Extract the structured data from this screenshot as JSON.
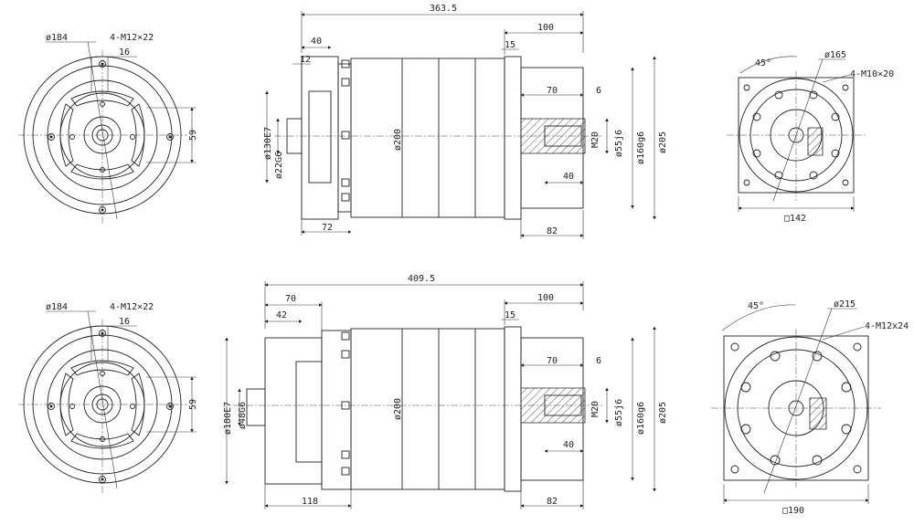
{
  "drawing": {
    "top_row": {
      "left_view": {
        "bore": "ø184",
        "thread": "4-M12×22",
        "dim_16": "16",
        "dim_59": "59"
      },
      "side_view": {
        "overall_length": "363.5",
        "d_100": "100",
        "d_40": "40",
        "d_12": "12",
        "d_15": "15",
        "d_70": "70",
        "d_6": "6",
        "d_40b": "40",
        "d_82": "82",
        "d_72": "72",
        "d_130": "ø130E7",
        "d_22": "ø22G6",
        "d_200": "ø200",
        "d_m20": "M20",
        "d_55": "ø55j6",
        "d_160": "ø160g6",
        "d_205": "ø205"
      },
      "right_view": {
        "angle": "45°",
        "bolt_circle": "ø165",
        "thread": "4-M10×20",
        "square": "□142"
      }
    },
    "bottom_row": {
      "left_view": {
        "bore": "ø184",
        "thread": "4-M12×22",
        "dim_16": "16",
        "dim_59": "59"
      },
      "side_view": {
        "overall_length": "409.5",
        "d_100": "100",
        "d_70": "70",
        "d_42": "42",
        "d_15": "15",
        "d_70b": "70",
        "d_6": "6",
        "d_40": "40",
        "d_82": "82",
        "d_118": "118",
        "d_180": "ø180E7",
        "d_48": "ø48G6",
        "d_200": "ø200",
        "d_m20": "M20",
        "d_55": "ø55j6",
        "d_160": "ø160g6",
        "d_205": "ø205"
      },
      "right_view": {
        "angle": "45°",
        "bolt_circle": "ø215",
        "thread": "4-M12x24",
        "square": "□190"
      }
    }
  }
}
